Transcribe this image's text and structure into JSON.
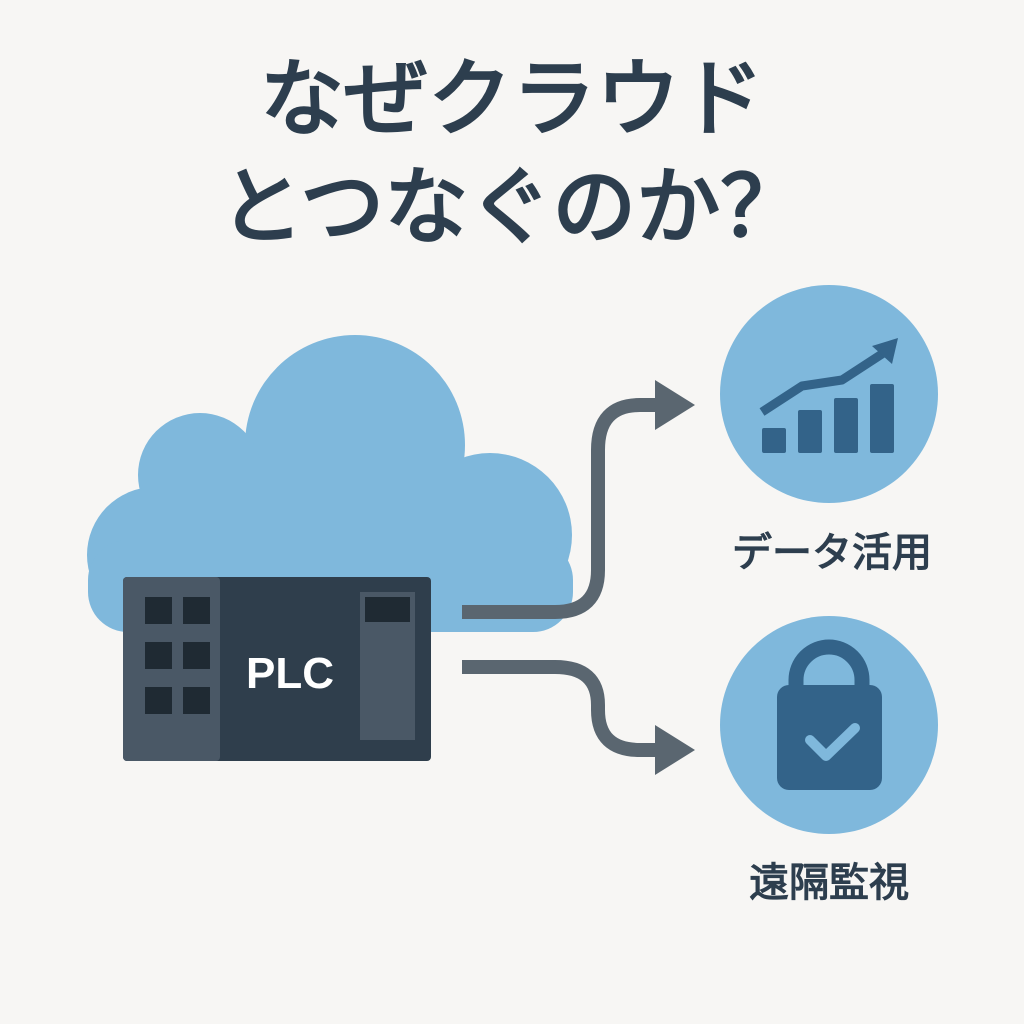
{
  "title": {
    "line1": "なぜクラウド",
    "line2": "とつなぐのか？"
  },
  "device": {
    "label": "PLC"
  },
  "benefits": [
    {
      "label": "データ活用",
      "icon": "bar-chart-trend-icon"
    },
    {
      "label": "遠隔監視",
      "icon": "lock-check-icon"
    }
  ],
  "colors": {
    "text": "#2d3e4e",
    "cloud": "#7fb8dc",
    "icon": "#336389",
    "arrow": "#5a6670",
    "plc": "#2f3e4c"
  }
}
